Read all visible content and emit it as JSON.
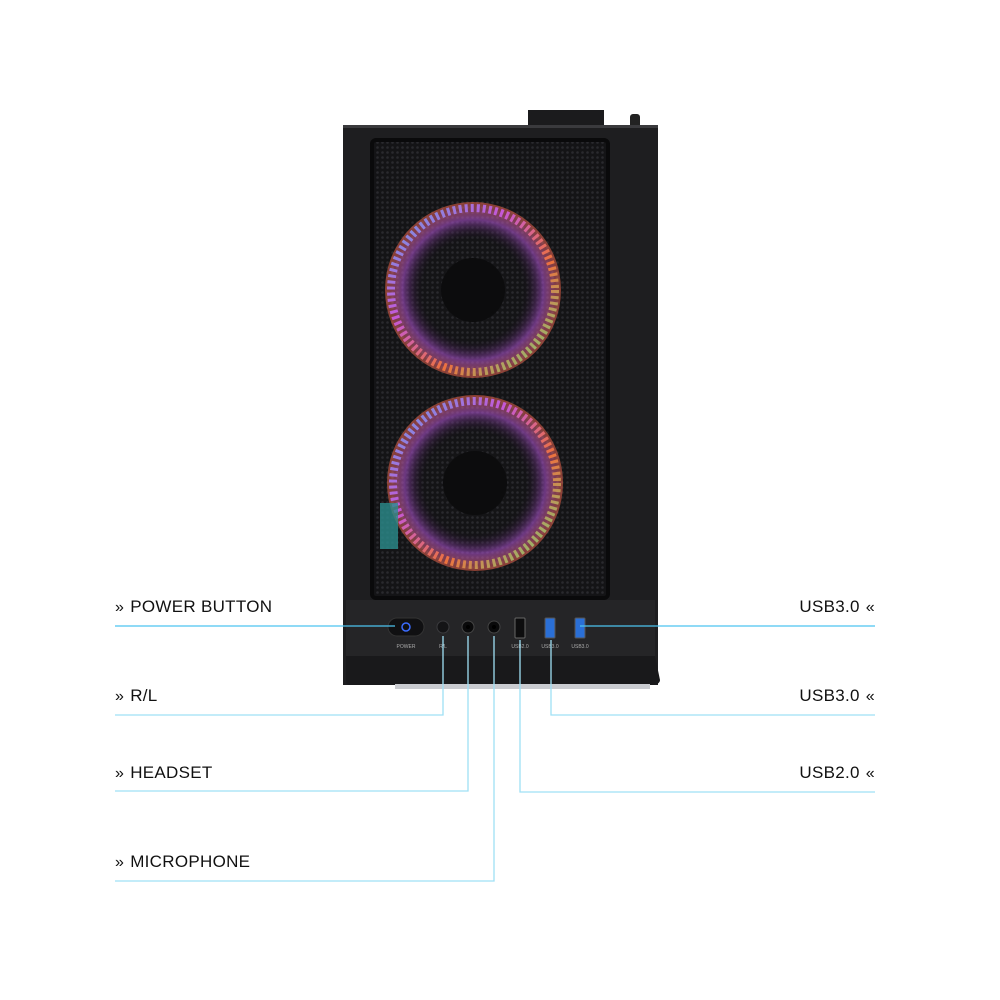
{
  "callouts_left": [
    {
      "label": "POWER BUTTON",
      "icon": "double-chevron-right-icon"
    },
    {
      "label": "R/L",
      "icon": "double-chevron-right-icon"
    },
    {
      "label": "HEADSET",
      "icon": "double-chevron-right-icon"
    },
    {
      "label": "MICROPHONE",
      "icon": "double-chevron-right-icon"
    }
  ],
  "callouts_right": [
    {
      "label": "USB3.0",
      "icon": "double-chevron-left-icon"
    },
    {
      "label": "USB3.0",
      "icon": "double-chevron-left-icon"
    },
    {
      "label": "USB2.0",
      "icon": "double-chevron-left-icon"
    }
  ],
  "chevron_right": "»",
  "chevron_left": "«",
  "port_labels": {
    "power": "POWER",
    "rl": "R/L",
    "usb2": "USB2.0",
    "usb3a": "USB3.0",
    "usb3b": "USB3.0"
  },
  "colors": {
    "leader_line": "#9fe0f5",
    "leader_line_strong": "#4cc3f0",
    "case": "#1e1e20",
    "usb3_port": "#2a6fd6",
    "power_led": "#3b6cff"
  }
}
